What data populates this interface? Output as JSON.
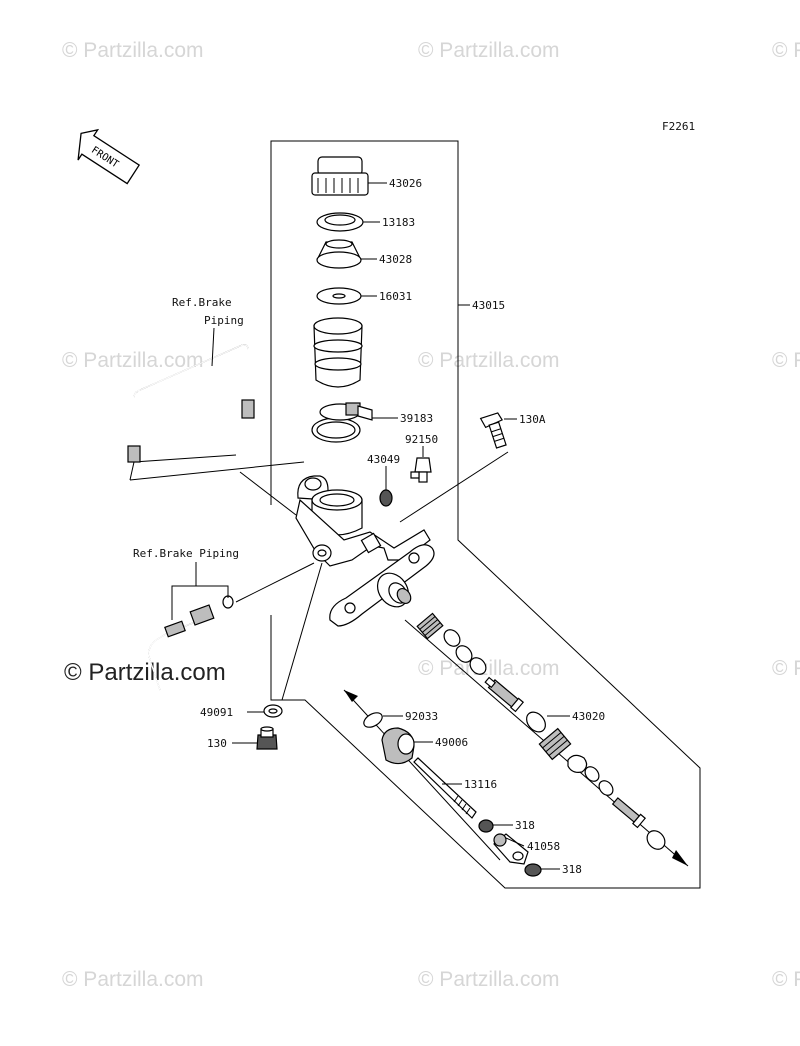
{
  "figure_code": "F2261",
  "front_label": "FRONT",
  "watermark_text": "© Partzilla.com",
  "copyright_text": "© Partzilla.com",
  "ref_brake_piping_upper": [
    "Ref.Brake",
    "Piping"
  ],
  "ref_brake_piping_lower": "Ref.Brake Piping",
  "callouts": {
    "p43026": "43026",
    "p13183": "13183",
    "p43028": "43028",
    "p16031": "16031",
    "p43015": "43015",
    "p39183": "39183",
    "p130A": "130A",
    "p92150": "92150",
    "p43049": "43049",
    "p49091": "49091",
    "p130": "130",
    "p92033": "92033",
    "p49006": "49006",
    "p43020": "43020",
    "p13116": "13116",
    "p318a": "318",
    "p41058": "41058",
    "p318b": "318"
  }
}
